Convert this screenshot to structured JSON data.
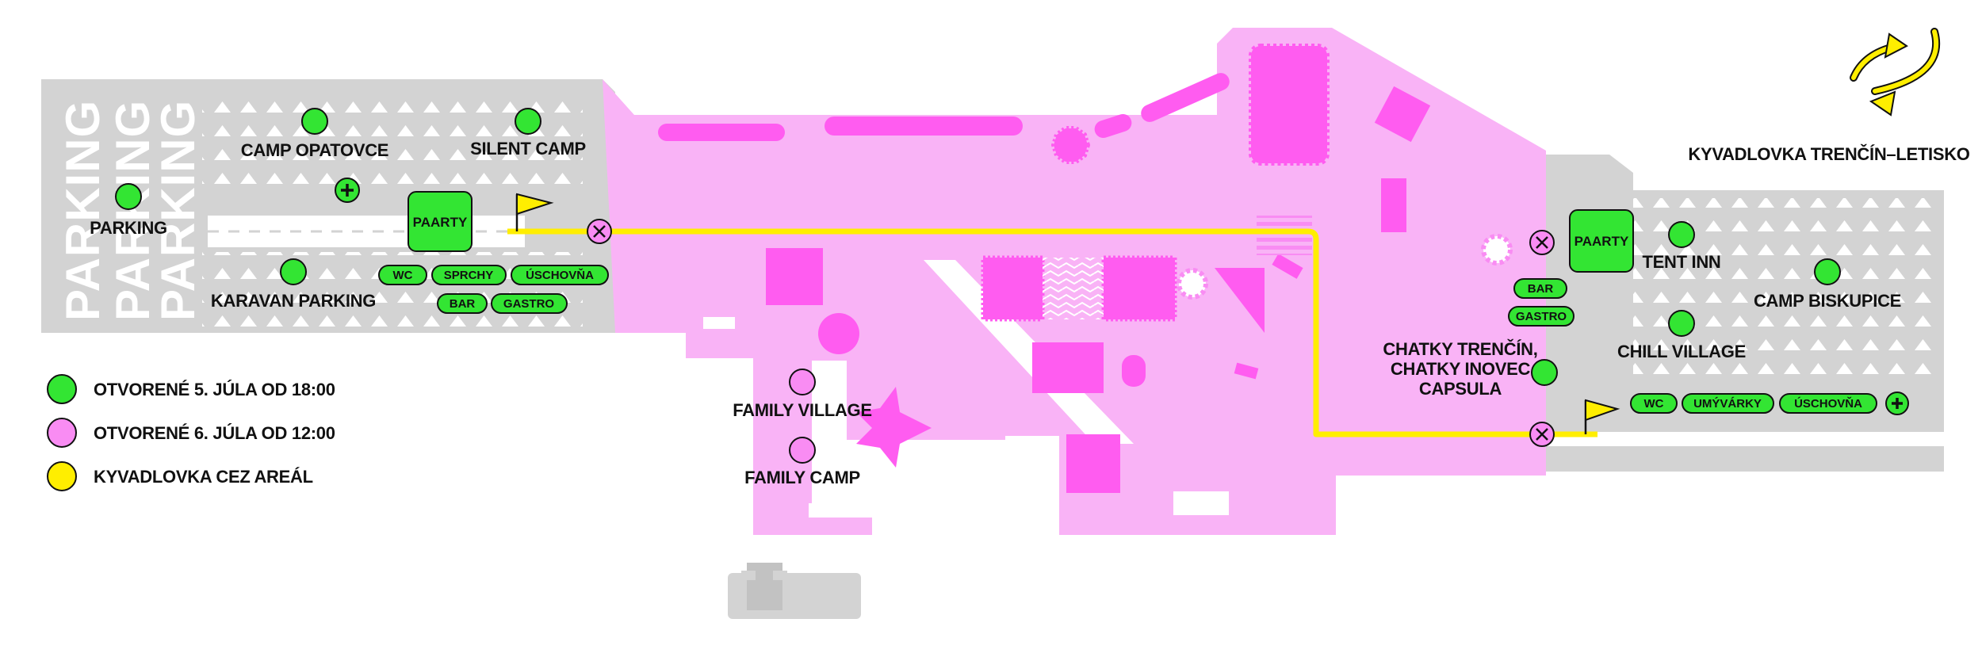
{
  "colors": {
    "gray_area": "#d3d3d3",
    "pink_area": "#f9b3f6",
    "magenta_block": "#ff5cf0",
    "green_point": "#33e533",
    "pink_point": "#f98cf3",
    "shuttle_yellow": "#ffee00",
    "outline": "#111111"
  },
  "parking": {
    "vertical_text": [
      "PARKING",
      "PARKING",
      "PARKING"
    ]
  },
  "map_labels": {
    "camp_opatovce": "CAMP OPATOVCE",
    "silent_camp": "SILENT CAMP",
    "parking": "PARKING",
    "karavan_parking": "KARAVAN PARKING",
    "family_village": "FAMILY VILLAGE",
    "family_camp": "FAMILY CAMP",
    "chatky_lines": [
      "CHATKY TRENČÍN,",
      "CHATKY INOVEC",
      "CAPSULA"
    ],
    "tent_inn": "TENT INN",
    "chill_village": "CHILL VILLAGE",
    "camp_biskupice": "CAMP BISKUPICE",
    "shuttle_destination": "KYVADLOVKA TRENČÍN–LETISKO"
  },
  "party_badges": [
    "PAARTY",
    "PAARTY"
  ],
  "pills_west": {
    "row1": [
      "WC",
      "SPRCHY",
      "ÚSCHOVŇA"
    ],
    "row2": [
      "BAR",
      "GASTRO"
    ]
  },
  "pills_east_stack": [
    "BAR",
    "GASTRO"
  ],
  "pills_east_row": [
    "WC",
    "UMÝVÁRKY",
    "ÚSCHOVŇA"
  ],
  "icons": {
    "first_aid": "first-aid-plus-icon",
    "flag": "flag-icon",
    "stop": "shuttle-stop-x-icon",
    "arrows": "shuttle-direction-arrows-icon"
  },
  "legend": [
    {
      "color": "#33e533",
      "label": "OTVORENÉ 5. JÚLA OD 18:00"
    },
    {
      "color": "#f98cf3",
      "label": "OTVORENÉ 6. JÚLA OD 12:00"
    },
    {
      "color": "#ffee00",
      "label": "KYVADLOVKA CEZ AREÁL"
    }
  ]
}
